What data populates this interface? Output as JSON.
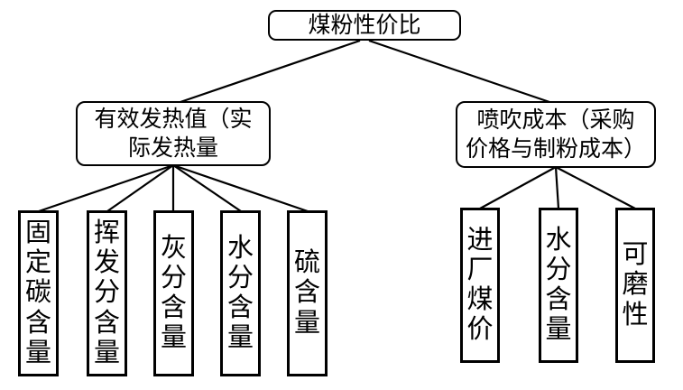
{
  "diagram": {
    "root": {
      "label": "煤粉性价比"
    },
    "branches": [
      {
        "lines": [
          "有效发热值（实",
          "际发热量"
        ],
        "children": [
          "固定碳含量",
          "挥发分含量",
          "灰分含量",
          "水分含量",
          "硫含量"
        ]
      },
      {
        "lines": [
          "喷吹成本（采购",
          "价格与制粉成本）"
        ],
        "children": [
          "进厂煤价",
          "水分含量",
          "可磨性"
        ]
      }
    ]
  },
  "colors": {
    "line": "#000000",
    "background": "#ffffff",
    "text": "#000000"
  }
}
